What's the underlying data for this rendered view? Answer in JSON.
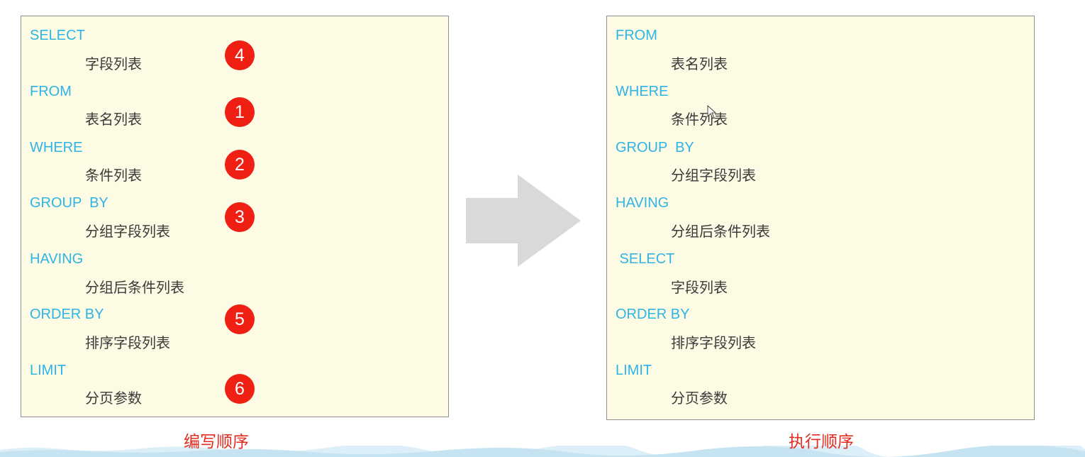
{
  "writing_order": {
    "caption": "编写顺序",
    "rows": [
      {
        "keyword": "SELECT",
        "value": "字段列表",
        "step": "4"
      },
      {
        "keyword": "FROM",
        "value": "表名列表",
        "step": "1"
      },
      {
        "keyword": "WHERE",
        "value": "条件列表",
        "step": "2"
      },
      {
        "keyword": "GROUP  BY",
        "value": "分组字段列表",
        "step": "3"
      },
      {
        "keyword": "HAVING",
        "value": "分组后条件列表",
        "step": ""
      },
      {
        "keyword": "ORDER BY",
        "value": "排序字段列表",
        "step": "5"
      },
      {
        "keyword": "LIMIT",
        "value": "分页参数",
        "step": "6"
      }
    ]
  },
  "execution_order": {
    "caption": "执行顺序",
    "rows": [
      {
        "keyword": "FROM",
        "value": "表名列表"
      },
      {
        "keyword": "WHERE",
        "value": "条件列表"
      },
      {
        "keyword": "GROUP  BY",
        "value": "分组字段列表"
      },
      {
        "keyword": "HAVING",
        "value": "分组后条件列表"
      },
      {
        "keyword": " SELECT",
        "value": "字段列表"
      },
      {
        "keyword": "ORDER BY",
        "value": "排序字段列表"
      },
      {
        "keyword": "LIMIT",
        "value": "分页参数"
      }
    ]
  },
  "colors": {
    "keyword": "#2eb4e6",
    "value": "#3a3a3a",
    "badge": "#ef1f14",
    "caption": "#e32d20",
    "panel": "#fdfbe3",
    "arrow": "#d9d9d9"
  },
  "icons": {
    "arrow": "right-arrow-icon",
    "cursor": "mouse-cursor-icon"
  }
}
